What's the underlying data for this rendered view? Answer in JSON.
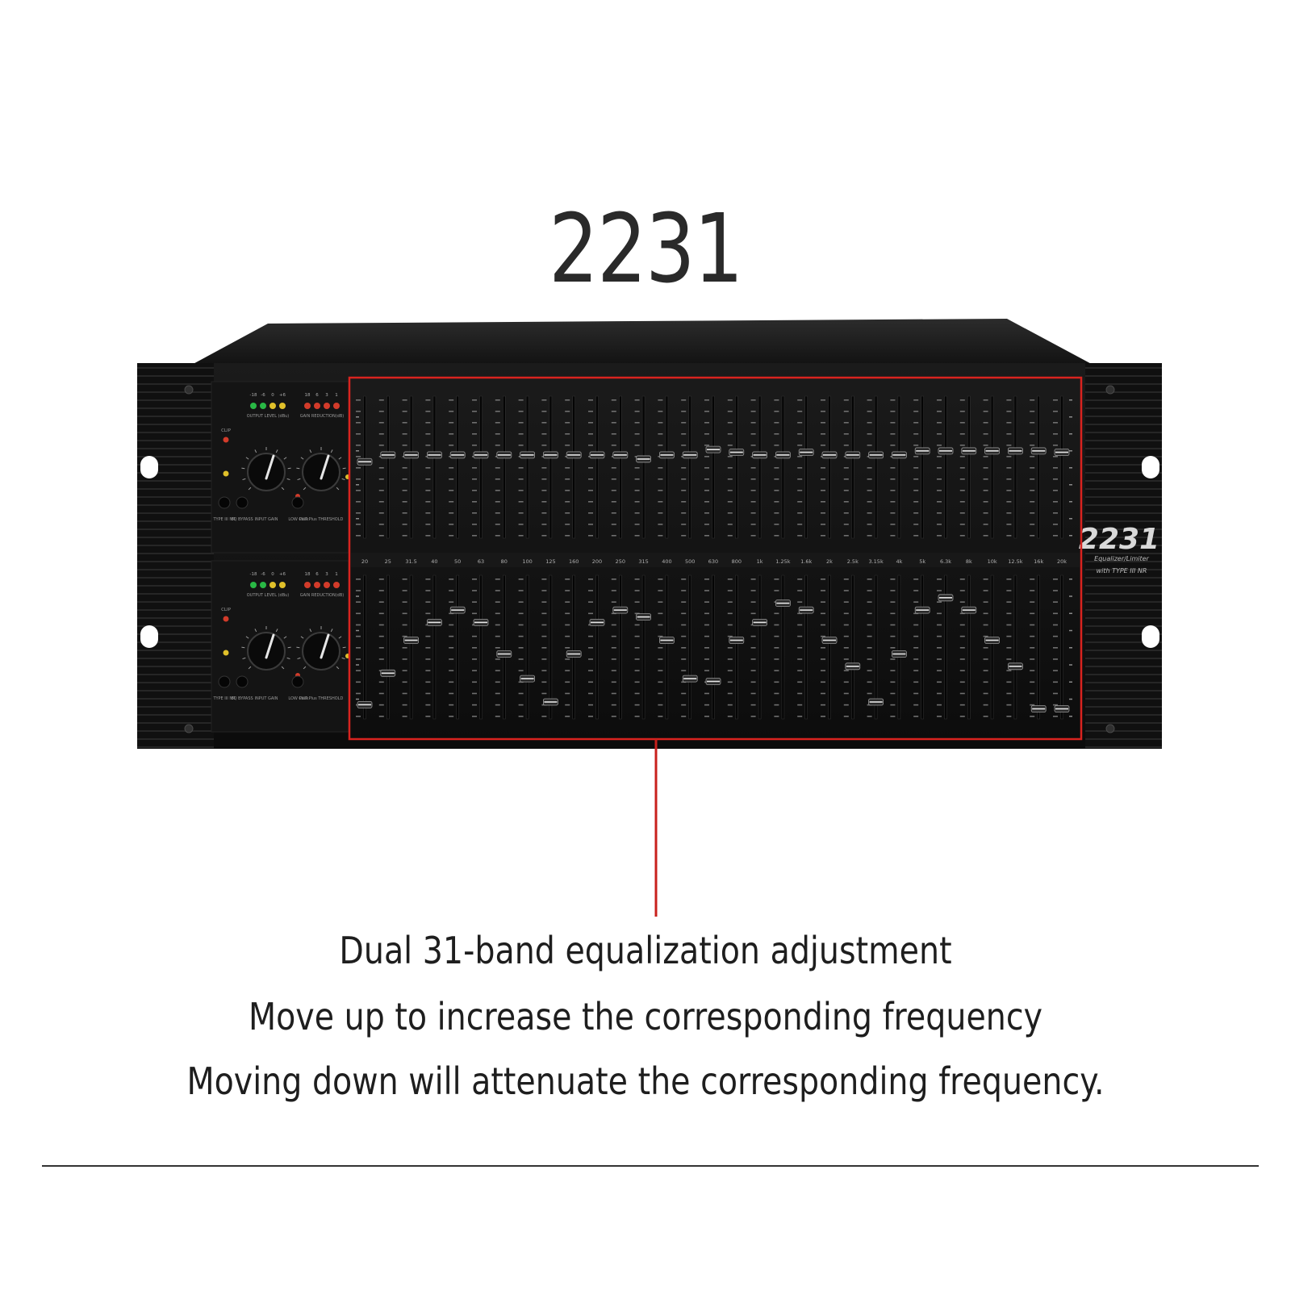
{
  "title": "2231",
  "device": {
    "brand_model": "2231",
    "brand_subtitle_1": "Equalizer/Limiter",
    "brand_subtitle_2": "with TYPE III NR",
    "frequency_labels": [
      "20",
      "25",
      "31.5",
      "40",
      "50",
      "63",
      "80",
      "100",
      "125",
      "160",
      "200",
      "250",
      "315",
      "400",
      "500",
      "630",
      "800",
      "1k",
      "1.25k",
      "1.6k",
      "2k",
      "2.5k",
      "3.15k",
      "4k",
      "5k",
      "6.3k",
      "8k",
      "10k",
      "12.5k",
      "16k",
      "20k"
    ],
    "channel_1_slider_levels": [
      0.54,
      0.59,
      0.59,
      0.59,
      0.59,
      0.59,
      0.59,
      0.59,
      0.59,
      0.59,
      0.59,
      0.59,
      0.56,
      0.59,
      0.59,
      0.63,
      0.61,
      0.59,
      0.59,
      0.61,
      0.59,
      0.59,
      0.59,
      0.59,
      0.62,
      0.62,
      0.62,
      0.62,
      0.62,
      0.62,
      0.61
    ],
    "channel_2_slider_levels": [
      0.08,
      0.31,
      0.55,
      0.68,
      0.77,
      0.68,
      0.45,
      0.27,
      0.1,
      0.45,
      0.68,
      0.77,
      0.72,
      0.55,
      0.27,
      0.25,
      0.55,
      0.68,
      0.82,
      0.77,
      0.55,
      0.36,
      0.1,
      0.45,
      0.77,
      0.86,
      0.77,
      0.55,
      0.36,
      0.05,
      0.05
    ],
    "left_panel": {
      "meter_labels": [
        "-18",
        "-6",
        "0",
        "+6"
      ],
      "gain_reduction_labels": [
        "18",
        "6",
        "3",
        "1"
      ],
      "output_label": "OUTPUT LEVEL (dBu)",
      "gain_reduction_label": "GAIN REDUCTION(dB)",
      "clip_label": "CLIP",
      "button_labels": [
        "TYPE III NR",
        "EQ BYPASS"
      ],
      "knob_labels": [
        "INPUT GAIN",
        "PeakPlus THRESHOLD"
      ],
      "low_cut_label": "LOW CUT"
    }
  },
  "caption": {
    "line_1": "Dual 31-band equalization adjustment",
    "line_2": "Move up to increase the corresponding frequency",
    "line_3": "Moving down will attenuate the corresponding frequency."
  }
}
